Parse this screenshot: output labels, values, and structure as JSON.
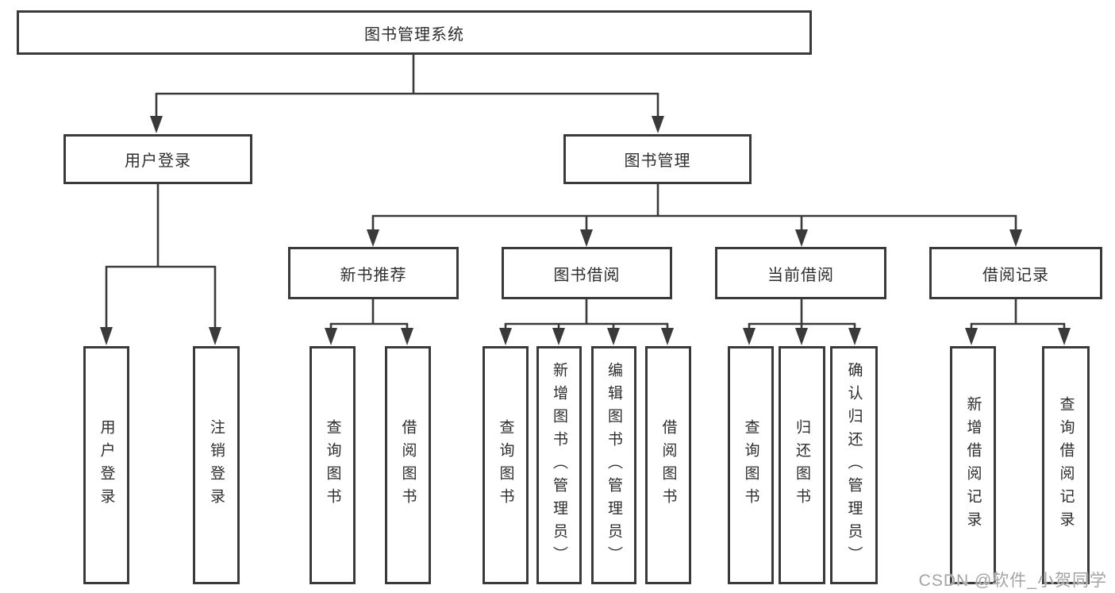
{
  "colors": {
    "line": "#3a3a3a",
    "text": "#2e2e2e",
    "watermark": "#a3a3a3",
    "background": "#ffffff"
  },
  "tree": {
    "root": {
      "label": "图书管理系统",
      "children": [
        {
          "label": "用户登录",
          "children": [
            {
              "label": "用户登录"
            },
            {
              "label": "注销登录"
            }
          ]
        },
        {
          "label": "图书管理",
          "children": [
            {
              "label": "新书推荐",
              "children": [
                {
                  "label": "查询图书"
                },
                {
                  "label": "借阅图书"
                }
              ]
            },
            {
              "label": "图书借阅",
              "children": [
                {
                  "label": "查询图书"
                },
                {
                  "label": "新增图书（管理员）"
                },
                {
                  "label": "编辑图书（管理员）"
                },
                {
                  "label": "借阅图书"
                }
              ]
            },
            {
              "label": "当前借阅",
              "children": [
                {
                  "label": "查询图书"
                },
                {
                  "label": "归还图书"
                },
                {
                  "label": "确认归还（管理员）"
                }
              ]
            },
            {
              "label": "借阅记录",
              "children": [
                {
                  "label": "新增借阅记录"
                },
                {
                  "label": "查询借阅记录"
                }
              ]
            }
          ]
        }
      ]
    }
  },
  "watermark": {
    "text": "CSDN @软件_小贺同学"
  }
}
